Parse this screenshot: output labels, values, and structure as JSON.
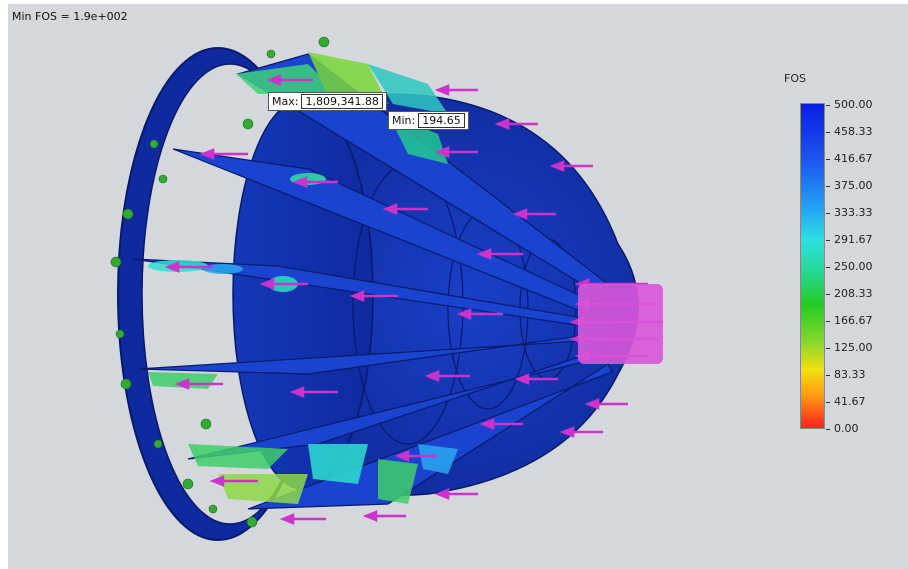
{
  "min_fos_text": "Min FOS = 1.9e+002",
  "max_probe": {
    "label": "Max:",
    "value": "1,809,341.88"
  },
  "min_probe": {
    "label": "Min:",
    "value": "194.65"
  },
  "legend": {
    "title": "FOS",
    "labels": [
      "500.00",
      "458.33",
      "416.67",
      "375.00",
      "333.33",
      "291.67",
      "250.00",
      "208.33",
      "166.67",
      "125.00",
      "83.33",
      "41.67",
      "0.00"
    ]
  },
  "colors": {
    "background": "#d4d8dc",
    "part_blue": "#1433b8",
    "load_arrow": "#cc33cc",
    "fixture_green": "#33aa33"
  }
}
